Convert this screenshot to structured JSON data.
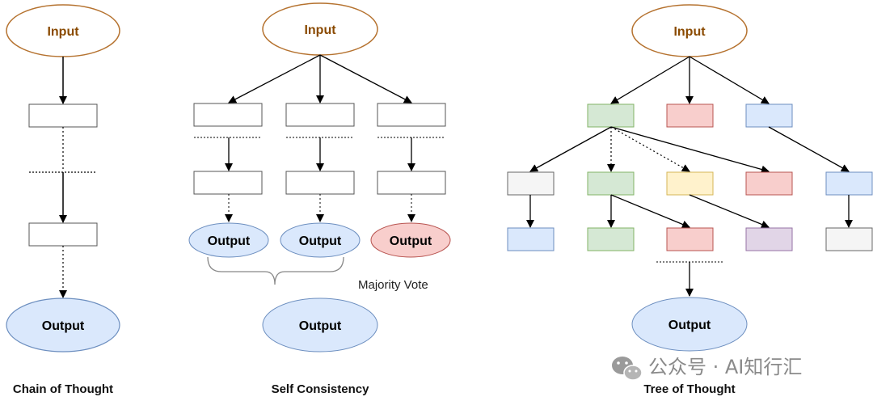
{
  "chain_of_thought": {
    "input_label": "Input",
    "output_label": "Output",
    "title": "Chain of Thought"
  },
  "self_consistency": {
    "input_label": "Input",
    "branch_outputs": [
      "Output",
      "Output",
      "Output"
    ],
    "vote_label": "Majority Vote",
    "final_output_label": "Output",
    "title": "Self Consistency"
  },
  "tree_of_thought": {
    "input_label": "Input",
    "output_label": "Output",
    "title": "Tree of Thought"
  },
  "watermark": {
    "text": "公众号 · AI知行汇",
    "icon": "wechat-icon"
  },
  "colors": {
    "input_stroke": "#b5722f",
    "input_text": "#8a4a00",
    "output_fill": "#dae8fc",
    "output_stroke": "#6c8ebf",
    "red_fill": "#f8cecc",
    "red_stroke": "#b85450",
    "green_fill": "#d5e8d4",
    "green_stroke": "#82b366",
    "yellow_fill": "#fff2cc",
    "yellow_stroke": "#d6b656",
    "purple_fill": "#e1d5e7",
    "purple_stroke": "#9673a6",
    "gray_fill": "#f5f5f5",
    "gray_stroke": "#666666"
  }
}
